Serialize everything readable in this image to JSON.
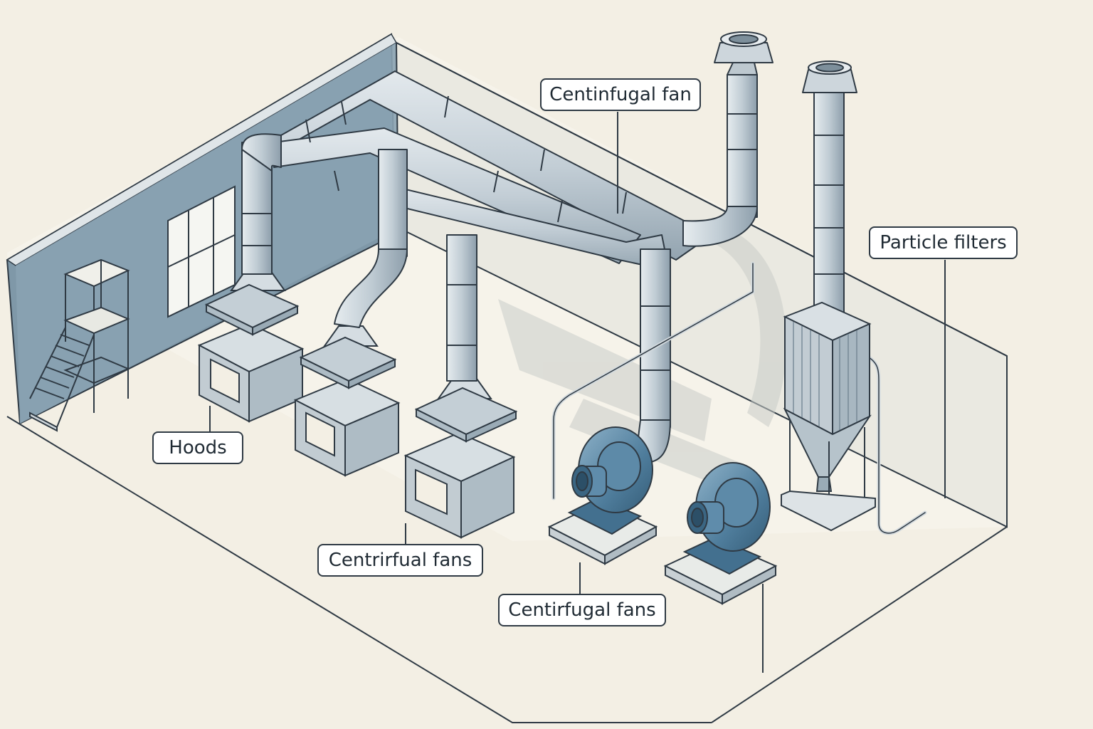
{
  "labels": {
    "centinfugal_fan": "Centinfugal fan",
    "particle_filters": "Particle filters",
    "hoods": "Hoods",
    "centrirfual_fans": "Centrirfual fans",
    "centirfugal_fans": "Centirfugal fans"
  },
  "colors": {
    "background": "#f3efe4",
    "wall": "#7f98a8",
    "duct": "#c7d2da",
    "fan": "#4f7d9c",
    "outline": "#2f3a44",
    "shadow": "#c9ccc8"
  }
}
